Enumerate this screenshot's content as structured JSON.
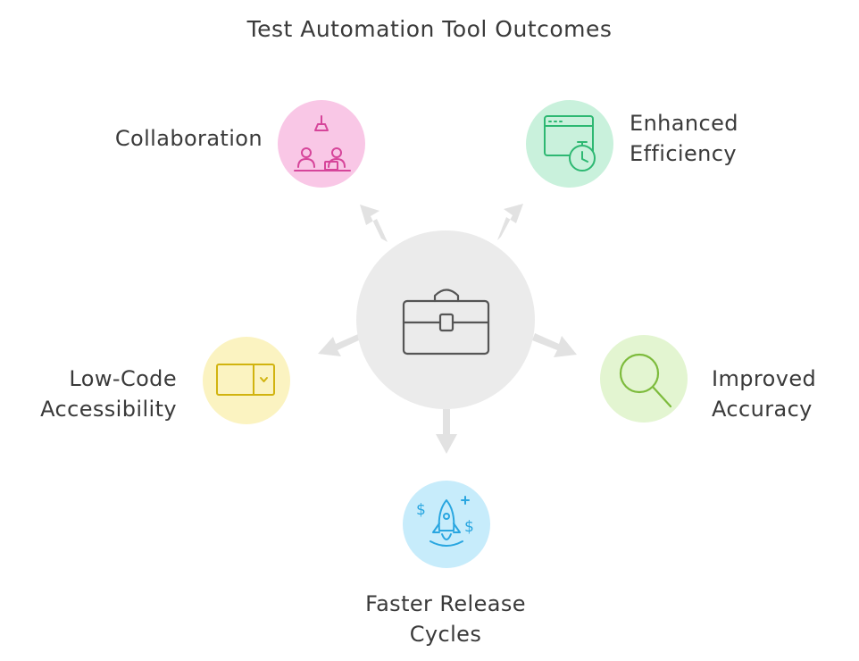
{
  "title": "Test Automation Tool Outcomes",
  "hub": {
    "icon": "toolbox-icon"
  },
  "outcomes": [
    {
      "id": "collaboration",
      "lines": [
        "Collaboration"
      ],
      "icon": "team-collaboration-icon",
      "color": "#f9c7e6"
    },
    {
      "id": "efficiency",
      "lines": [
        "Enhanced",
        "Efficiency"
      ],
      "icon": "browser-stopwatch-icon",
      "color": "#c9f1dc"
    },
    {
      "id": "accuracy",
      "lines": [
        "Improved",
        "Accuracy"
      ],
      "icon": "magnifier-icon",
      "color": "#e3f5d1"
    },
    {
      "id": "release",
      "lines": [
        "Faster Release",
        "Cycles"
      ],
      "icon": "rocket-icon",
      "color": "#c7ecfb"
    },
    {
      "id": "lowcode",
      "lines": [
        "Low-Code",
        "Accessibility"
      ],
      "icon": "dropdown-field-icon",
      "color": "#fbf3c1"
    }
  ],
  "colors": {
    "hub": "#ebebeb",
    "arrow": "#e2e2e2",
    "text": "#3a3a3a",
    "pink_icon": "#d6459a",
    "green_icon": "#2db872",
    "lime_icon": "#7dbb3c",
    "blue_icon": "#29a6e0",
    "yellow_icon": "#d1b30f"
  }
}
